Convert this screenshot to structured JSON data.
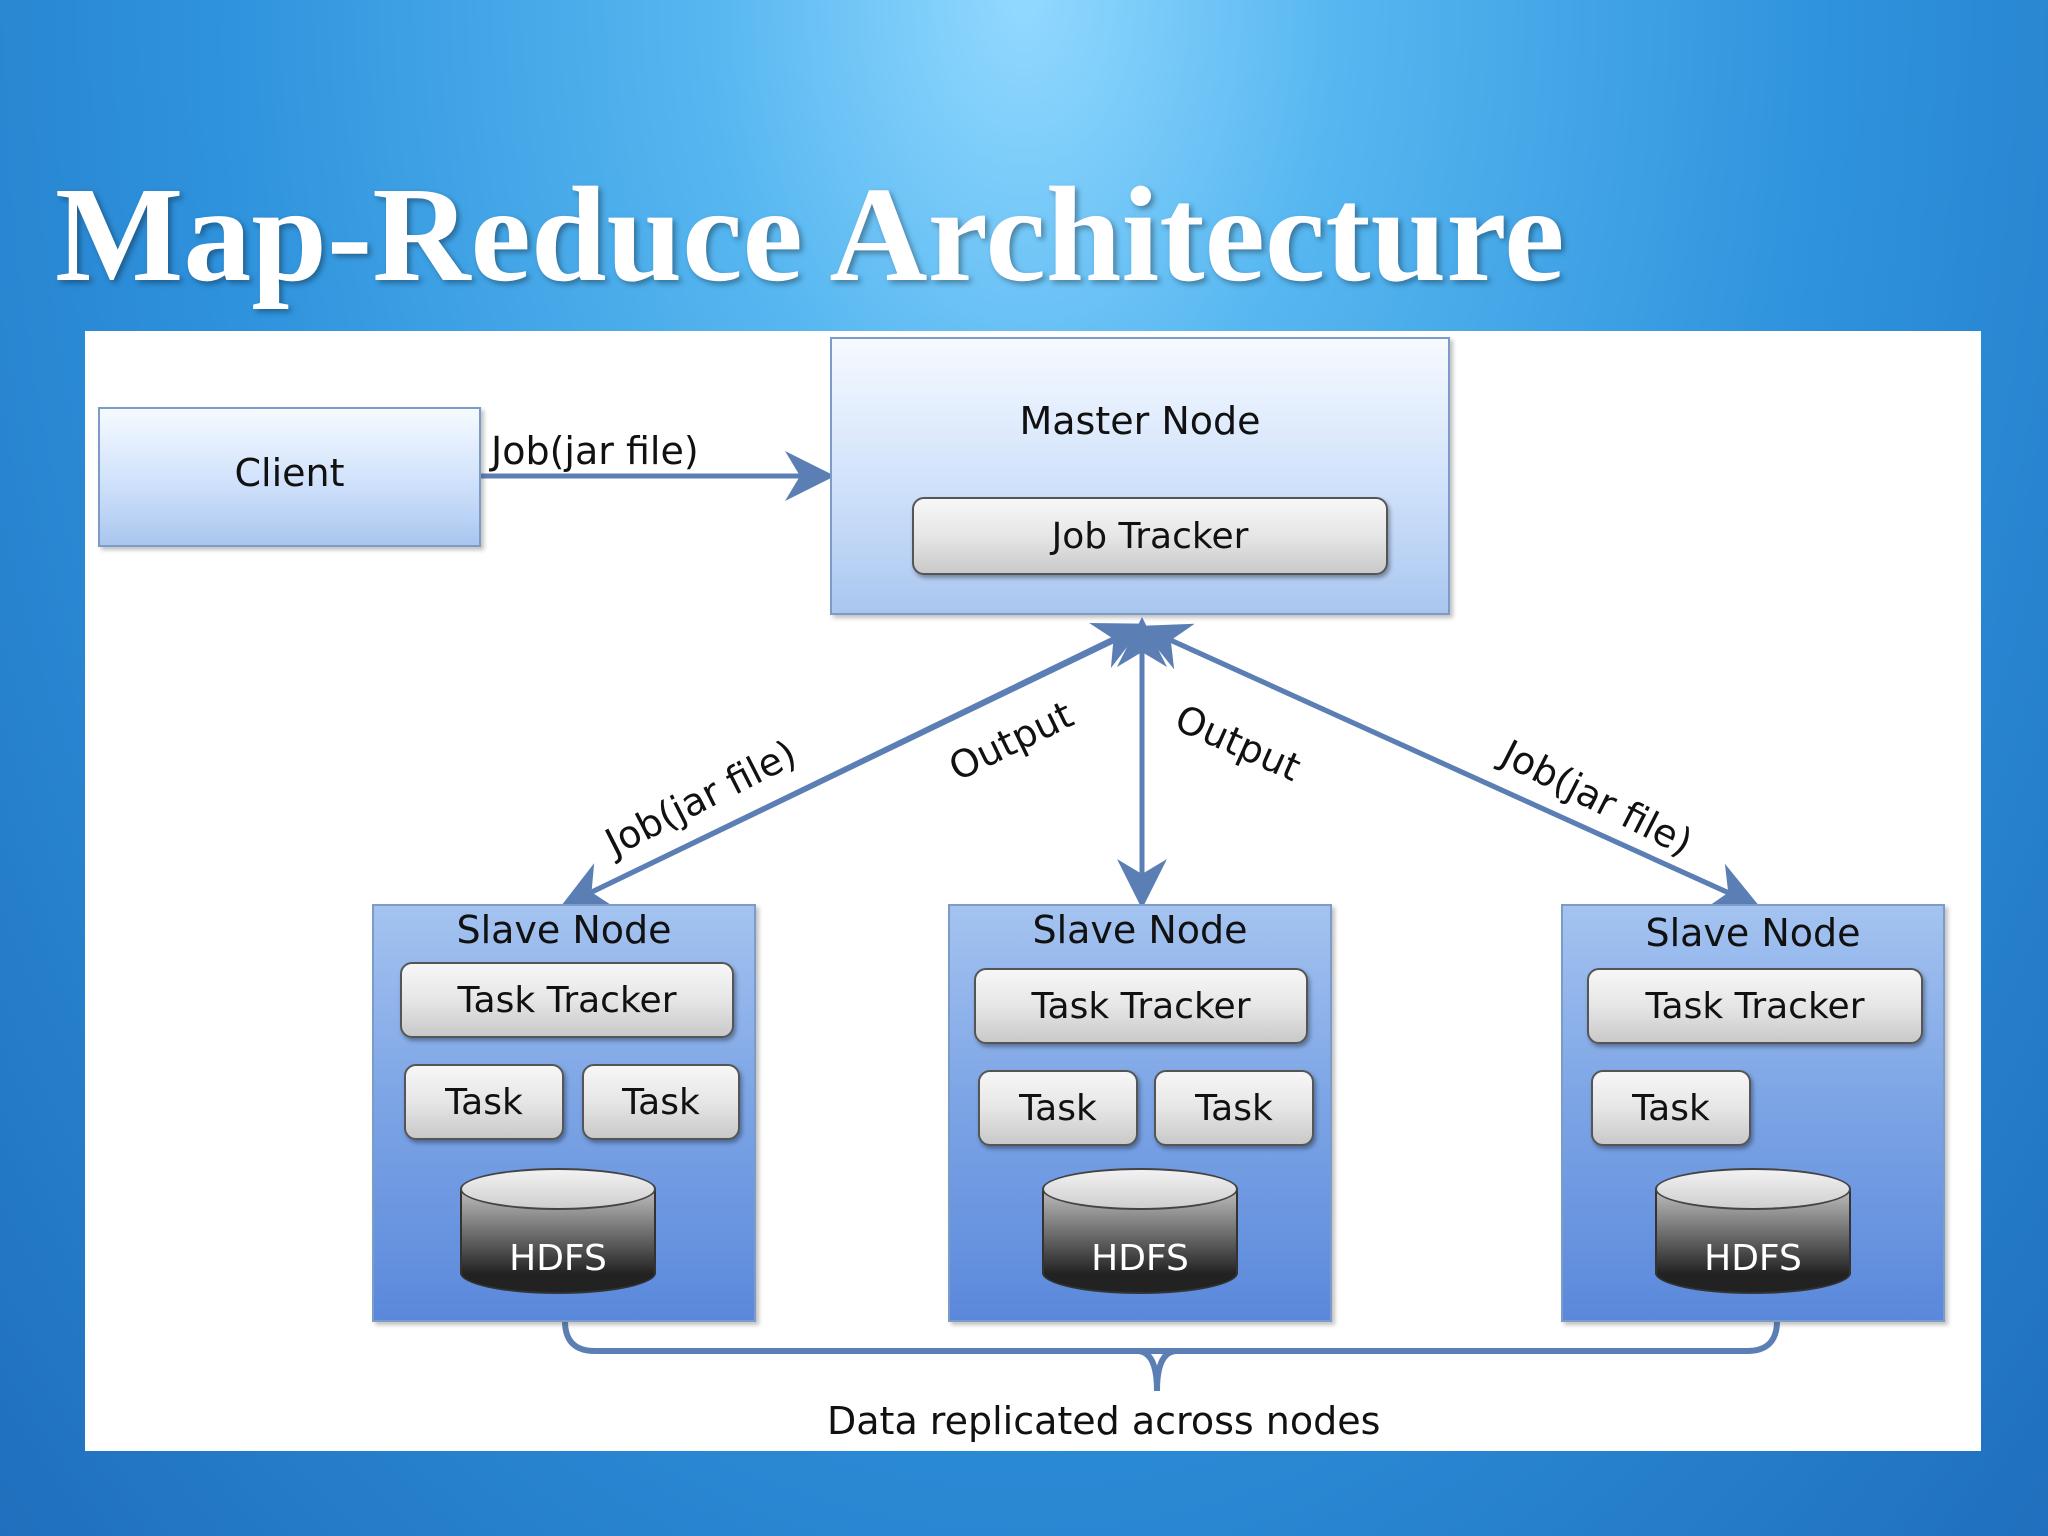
{
  "title": "Map-Reduce Architecture",
  "client": {
    "label": "Client"
  },
  "master_node": {
    "label": "Master Node",
    "job_tracker": "Job Tracker"
  },
  "slave_nodes": [
    {
      "label": "Slave Node",
      "task_tracker": "Task Tracker",
      "tasks": [
        "Task",
        "Task"
      ],
      "storage": "HDFS"
    },
    {
      "label": "Slave Node",
      "task_tracker": "Task Tracker",
      "tasks": [
        "Task",
        "Task"
      ],
      "storage": "HDFS"
    },
    {
      "label": "Slave Node",
      "task_tracker": "Task Tracker",
      "tasks": [
        "Task"
      ],
      "storage": "HDFS"
    }
  ],
  "edges": {
    "client_to_master": "Job(jar file)",
    "master_to_slave_left": "Job(jar file)",
    "slave_left_output": "Output",
    "slave_center_output": "Output",
    "master_to_slave_right": "Job(jar file)"
  },
  "footer_note": "Data replicated across nodes",
  "colors": {
    "arrow": "#5b7fb5",
    "slide_background": "#2f93dd",
    "slave_fill": "#7ea6e6",
    "light_fill": "#cfe1fb"
  }
}
